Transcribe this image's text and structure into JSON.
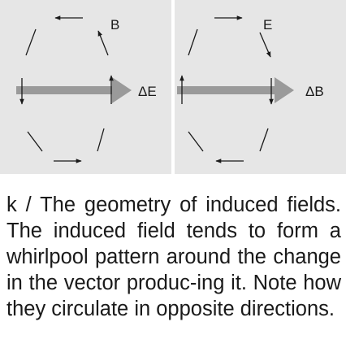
{
  "left_panel": {
    "field_label": "B",
    "change_label": "ΔE"
  },
  "right_panel": {
    "field_label": "E",
    "change_label": "ΔB"
  },
  "caption": {
    "label": "k / ",
    "text": "The geometry of induced fields. The induced field tends to form a whirlpool pattern around the change in the vector produc-ing it. Note how they circulate in opposite directions."
  },
  "colors": {
    "panel_background": "#e6e6e6",
    "arrow_fill": "#9a9a9a",
    "stroke": "#1a1a1a"
  }
}
